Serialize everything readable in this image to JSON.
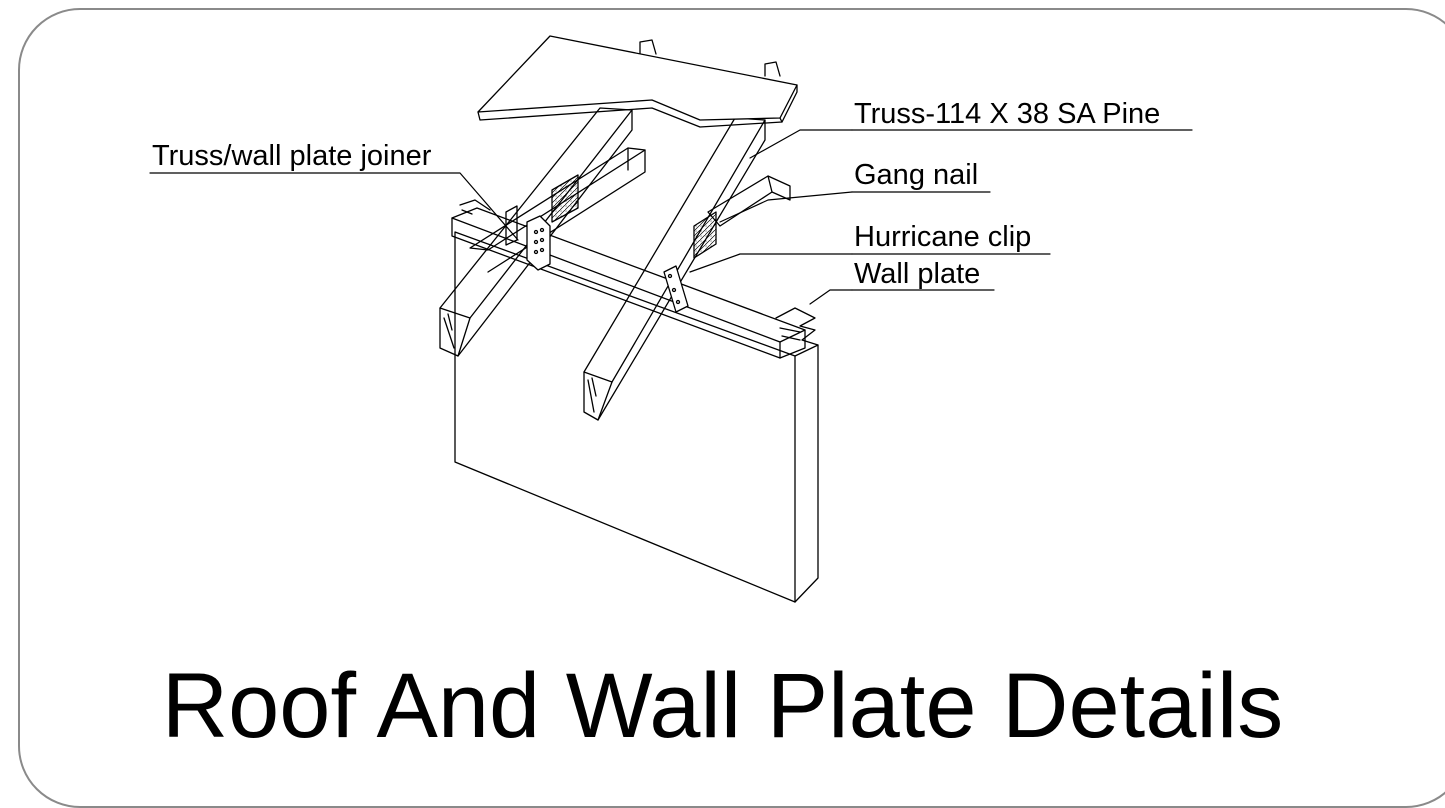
{
  "title": "Roof And Wall Plate Details",
  "labels": {
    "truss": "Truss-114 X 38 SA Pine",
    "joiner": "Truss/wall plate joiner",
    "gang_nail": "Gang nail",
    "hurricane_clip": "Hurricane clip",
    "wall_plate": "Wall plate"
  },
  "colors": {
    "line": "#000000",
    "frame": "#8a8a8a",
    "background": "#ffffff"
  }
}
